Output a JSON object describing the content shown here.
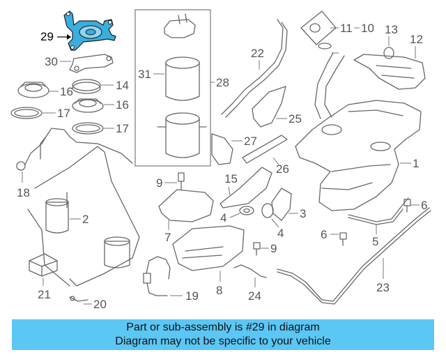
{
  "diagram": {
    "callouts": [
      {
        "id": "29",
        "text": "29",
        "highlight": true
      },
      {
        "id": "30",
        "text": "30"
      },
      {
        "id": "16a",
        "text": "16"
      },
      {
        "id": "14",
        "text": "14"
      },
      {
        "id": "17a",
        "text": "17"
      },
      {
        "id": "16b",
        "text": "16"
      },
      {
        "id": "17b",
        "text": "17"
      },
      {
        "id": "31",
        "text": "31"
      },
      {
        "id": "28",
        "text": "28"
      },
      {
        "id": "11",
        "text": "11"
      },
      {
        "id": "10",
        "text": "10"
      },
      {
        "id": "13",
        "text": "13"
      },
      {
        "id": "12",
        "text": "12"
      },
      {
        "id": "22",
        "text": "22"
      },
      {
        "id": "25",
        "text": "25"
      },
      {
        "id": "27",
        "text": "27"
      },
      {
        "id": "26",
        "text": "26"
      },
      {
        "id": "1",
        "text": "1"
      },
      {
        "id": "18",
        "text": "18"
      },
      {
        "id": "9a",
        "text": "9"
      },
      {
        "id": "2",
        "text": "2"
      },
      {
        "id": "15",
        "text": "15"
      },
      {
        "id": "4",
        "text": "4"
      },
      {
        "id": "3",
        "text": "3"
      },
      {
        "id": "4b",
        "text": "4"
      },
      {
        "id": "6a",
        "text": "6"
      },
      {
        "id": "6b",
        "text": "6"
      },
      {
        "id": "7",
        "text": "7"
      },
      {
        "id": "5",
        "text": "5"
      },
      {
        "id": "9b",
        "text": "9"
      },
      {
        "id": "21",
        "text": "21"
      },
      {
        "id": "19",
        "text": "19"
      },
      {
        "id": "8",
        "text": "8"
      },
      {
        "id": "24",
        "text": "24"
      },
      {
        "id": "23",
        "text": "23"
      },
      {
        "id": "20",
        "text": "20"
      }
    ]
  },
  "banner": {
    "line1": "Part or sub-assembly is #29 in diagram",
    "line2": "Diagram may not be specific to your vehicle",
    "color": "#5bc7f5"
  },
  "colors": {
    "highlight": "#3aaee0",
    "line": "#666666"
  }
}
